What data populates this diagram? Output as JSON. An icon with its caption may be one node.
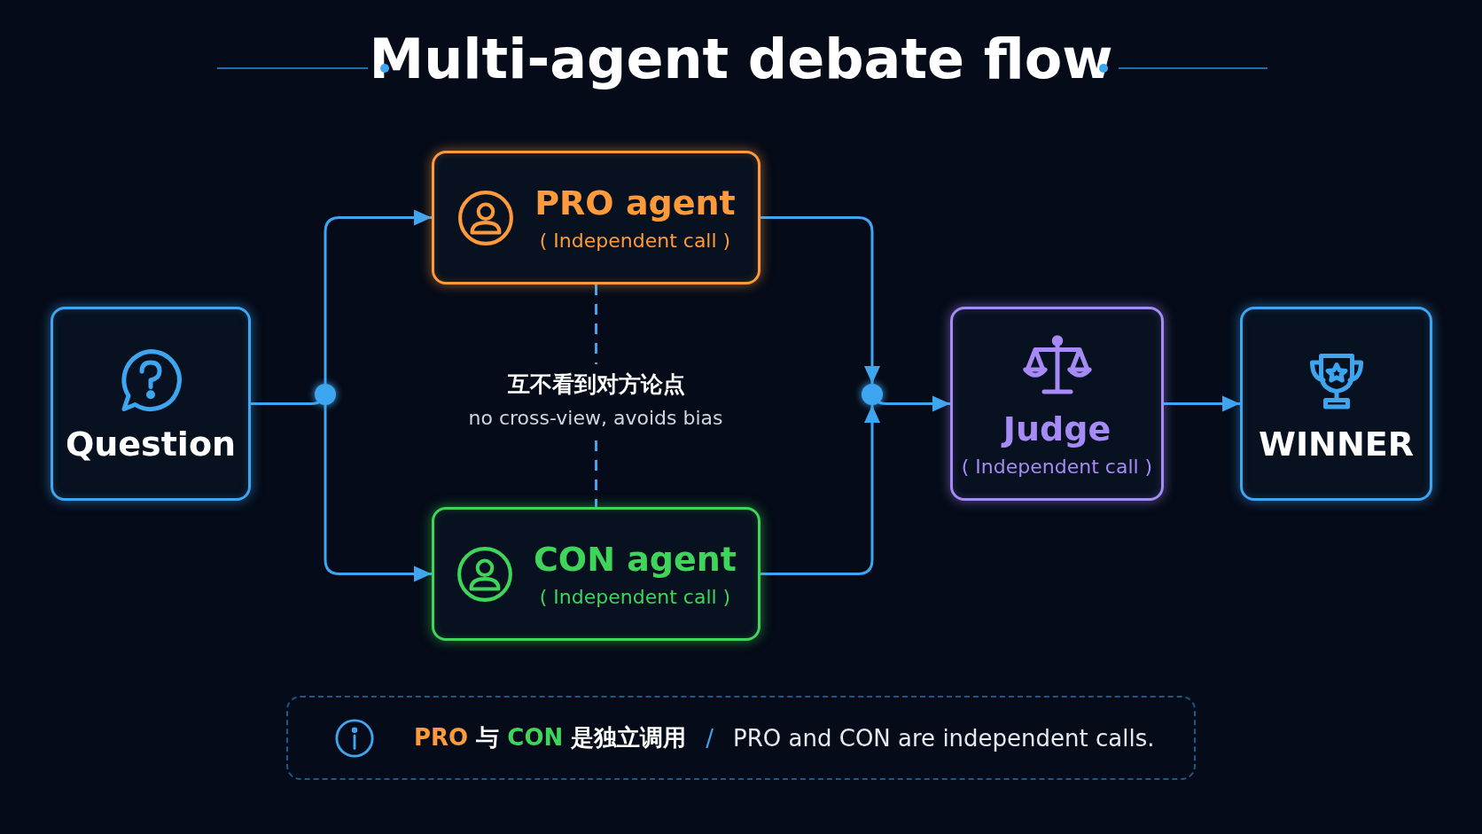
{
  "diagram": {
    "title": "Multi-agent debate flow",
    "nodes": [
      {
        "text": [
          "Question"
        ]
      },
      {
        "text": [],
        "shape": "circle"
      },
      {
        "text": [
          "PRO agent",
          "( Independent call )"
        ]
      },
      {
        "text": [
          "CON agent",
          "( Independent call )"
        ]
      },
      {
        "text": [],
        "shape": "circle"
      },
      {
        "text": [
          "Judge",
          "( Independent call )"
        ]
      },
      {
        "text": [
          "WINNER"
        ]
      },
      {
        "text": [
          "**PRO** 与 **CON** 是独立调用",
          "/",
          "PRO and CON are independent calls."
        ]
      }
    ],
    "edges": [
      {
        "from": 0,
        "to": 1,
        "arrow": "none"
      },
      {
        "from": 1,
        "to": 2,
        "arrow": "to"
      },
      {
        "from": 1,
        "to": 3,
        "arrow": "to"
      },
      {
        "from": 2,
        "to": 4,
        "arrow": "to"
      },
      {
        "from": 3,
        "to": 4,
        "arrow": "to"
      },
      {
        "from": 4,
        "to": 5,
        "arrow": "to"
      },
      {
        "from": 5,
        "to": 6,
        "arrow": "to"
      },
      {
        "from": 2,
        "to": 3,
        "arrow": "none",
        "style": "dashed",
        "label": "互不看到对方论点"
      }
    ],
    "labels": [
      "no cross-view, avoids bias"
    ]
  }
}
